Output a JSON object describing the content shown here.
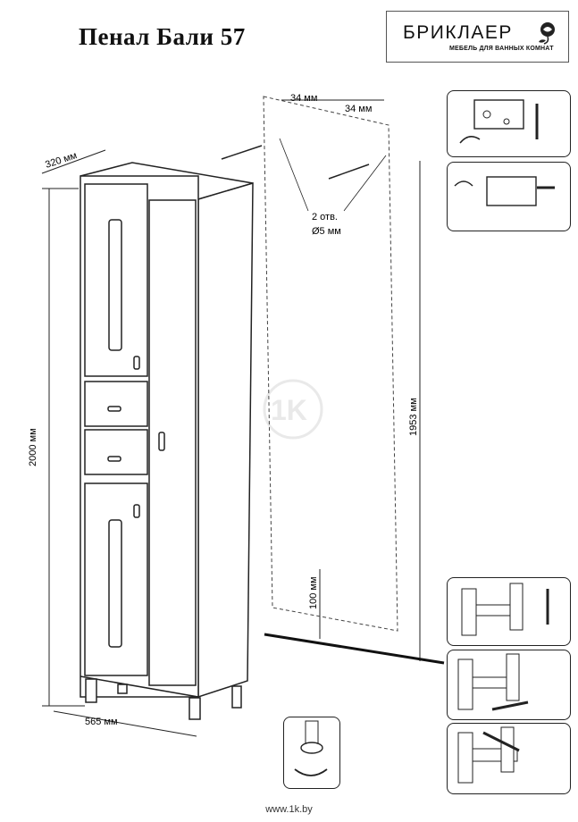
{
  "header": {
    "title": "Пенал Бали 57",
    "brand_name": "БРИКЛАЕР",
    "brand_tagline": "МЕБЕЛЬ ДЛЯ ВАННЫХ КОМНАТ"
  },
  "dimensions": {
    "depth": "320 мм",
    "height": "2000 мм",
    "width": "565 мм",
    "hole_offset_left": "34 мм",
    "hole_offset_right": "34 мм",
    "holes_count": "2 отв.",
    "holes_diameter": "Ø5 мм",
    "mount_height": "1953 мм",
    "floor_gap": "100 мм"
  },
  "watermark": "1K",
  "footer": {
    "site": "www.1k.by"
  }
}
